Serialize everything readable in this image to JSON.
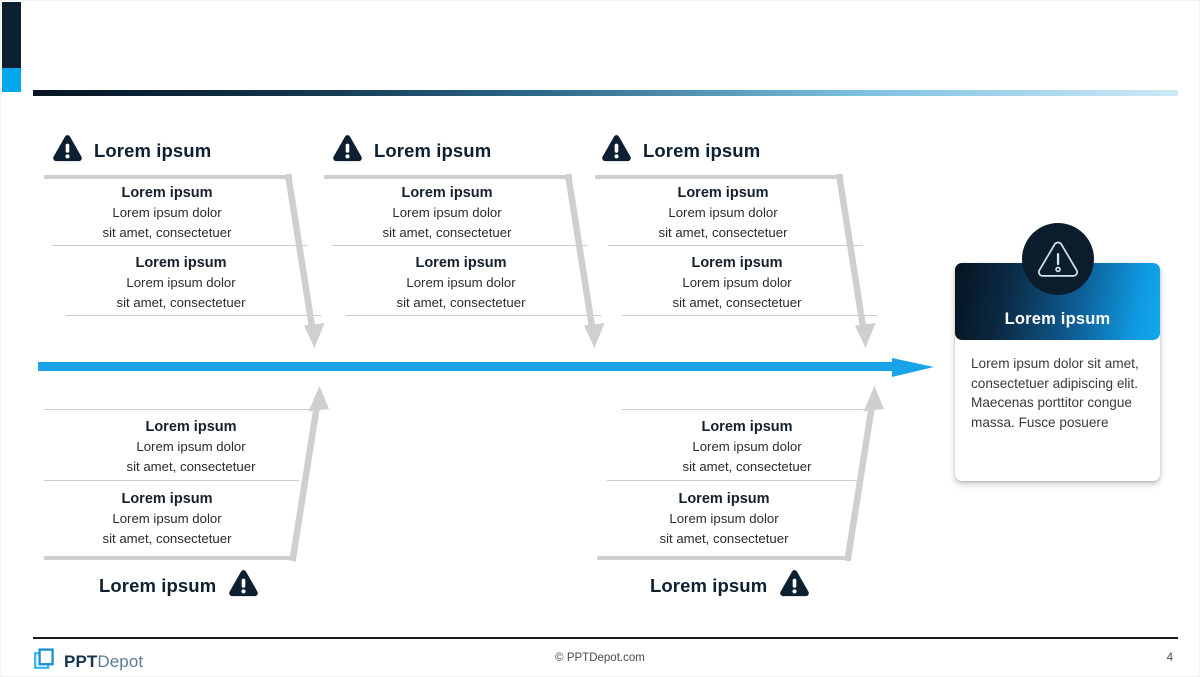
{
  "theme": {
    "navy": "#0d2031",
    "cyan": "#00a7ef",
    "spine_blue": "#1aa3e8",
    "branch_gray": "#cfcfcf",
    "text_dark": "#16202b"
  },
  "header": {
    "rule_from": "#061423",
    "rule_to": "#cfe9f6"
  },
  "icons": {
    "warning_triangle": "warning-triangle-icon",
    "warning_circle": "warning-circle-badge-icon",
    "arrow_right": "arrow-right-icon",
    "logo_square": "ppt-depot-logo-icon"
  },
  "top_branches": [
    {
      "label": "Lorem ipsum",
      "items": [
        {
          "title": "Lorem ipsum",
          "line1": "Lorem ipsum dolor",
          "line2": "sit amet, consectetuer"
        },
        {
          "title": "Lorem ipsum",
          "line1": "Lorem ipsum dolor",
          "line2": "sit amet, consectetuer"
        }
      ]
    },
    {
      "label": "Lorem ipsum",
      "items": [
        {
          "title": "Lorem ipsum",
          "line1": "Lorem ipsum dolor",
          "line2": "sit amet, consectetuer"
        },
        {
          "title": "Lorem ipsum",
          "line1": "Lorem ipsum dolor",
          "line2": "sit amet, consectetuer"
        }
      ]
    },
    {
      "label": "Lorem ipsum",
      "items": [
        {
          "title": "Lorem ipsum",
          "line1": "Lorem ipsum dolor",
          "line2": "sit amet, consectetuer"
        },
        {
          "title": "Lorem ipsum",
          "line1": "Lorem ipsum dolor",
          "line2": "sit amet, consectetuer"
        }
      ]
    }
  ],
  "bottom_branches": [
    {
      "label": "Lorem ipsum",
      "items": [
        {
          "title": "Lorem ipsum",
          "line1": "Lorem ipsum dolor",
          "line2": "sit amet, consectetuer"
        },
        {
          "title": "Lorem ipsum",
          "line1": "Lorem ipsum dolor",
          "line2": "sit amet, consectetuer"
        }
      ]
    },
    {
      "label": "Lorem ipsum",
      "items": [
        {
          "title": "Lorem ipsum",
          "line1": "Lorem ipsum dolor",
          "line2": "sit amet, consectetuer"
        },
        {
          "title": "Lorem ipsum",
          "line1": "Lorem ipsum dolor",
          "line2": "sit amet, consectetuer"
        }
      ]
    }
  ],
  "result_card": {
    "title": "Lorem ipsum",
    "body": "Lorem ipsum dolor sit amet, consectetuer adipiscing elit. Maecenas porttitor congue massa. Fusce posuere"
  },
  "footer": {
    "logo_bold": "PPT",
    "logo_light": "Depot",
    "copyright": "© PPTDepot.com",
    "page_number": "4"
  }
}
